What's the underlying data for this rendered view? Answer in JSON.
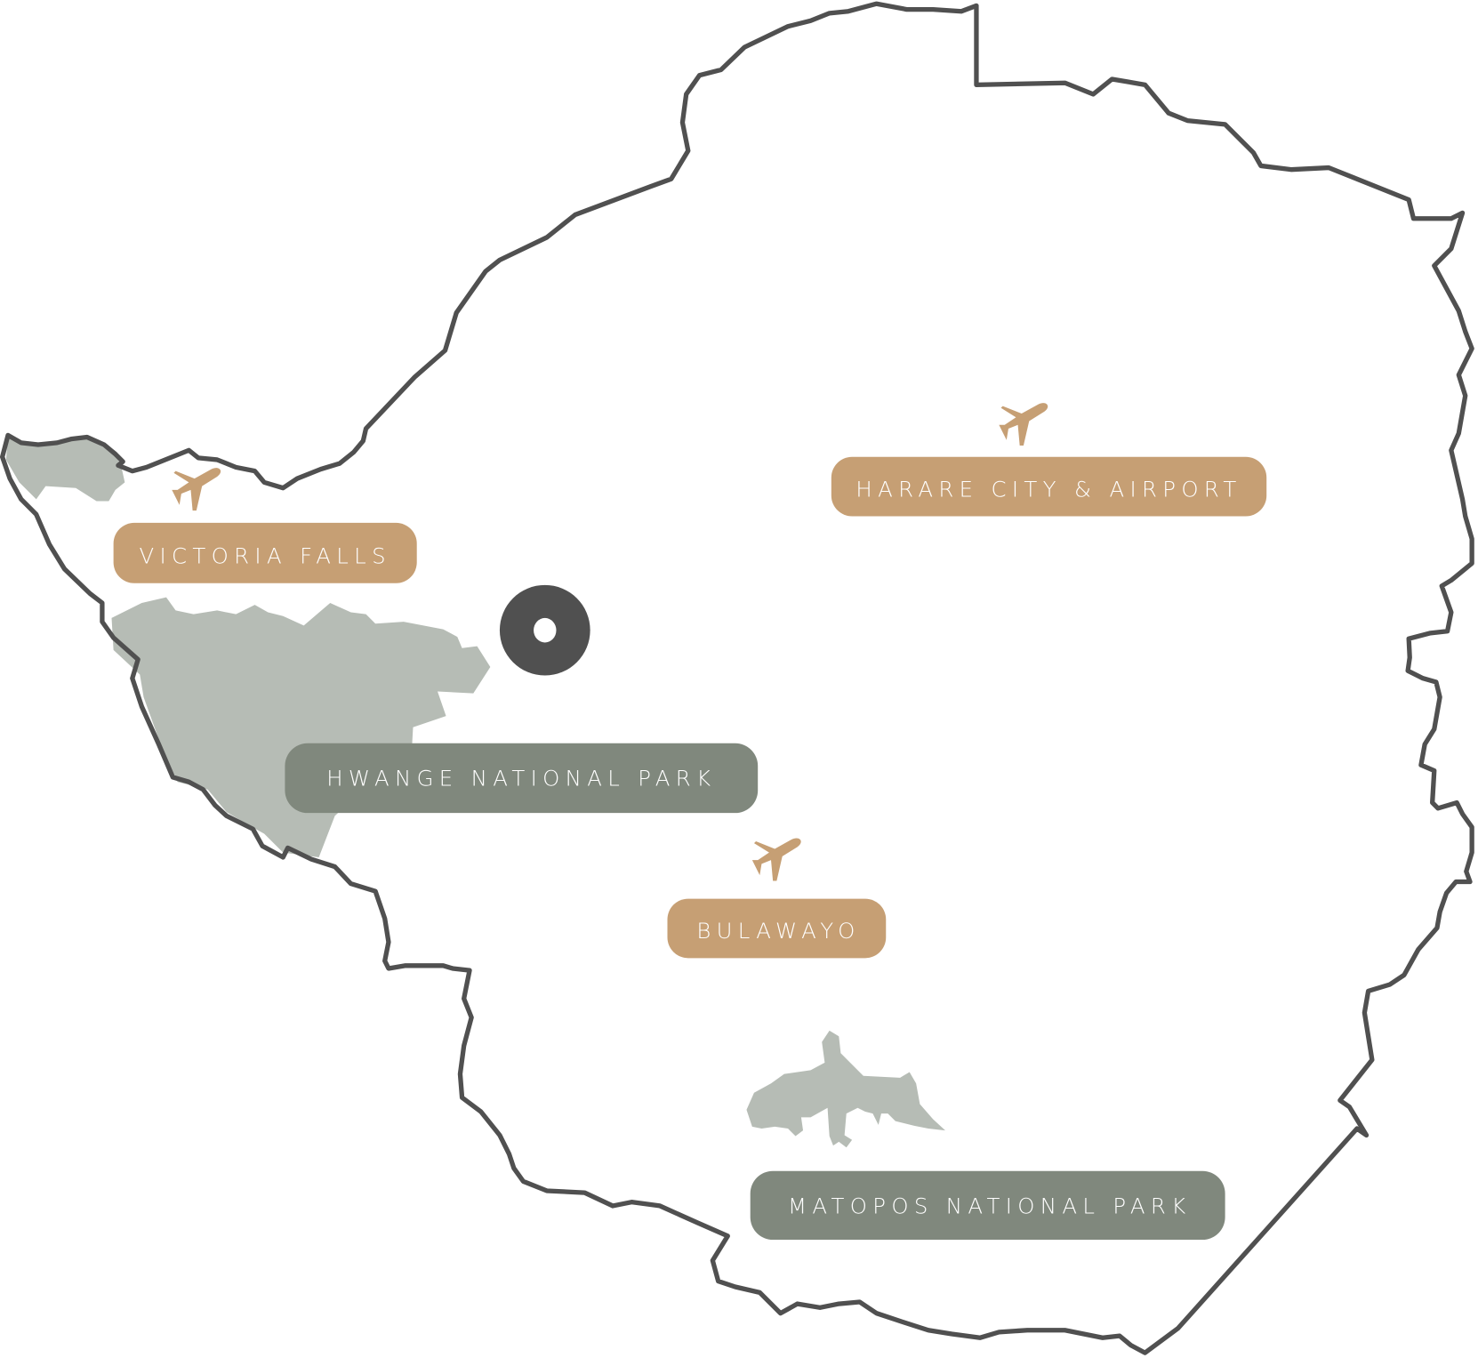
{
  "map": {
    "labels": {
      "victoria_falls": "VICTORIA FALLS",
      "harare": "HARARE CITY & AIRPORT",
      "hwange": "HWANGE NATIONAL PARK",
      "bulawayo": "BULAWAYO",
      "matopos": "MATOPOS NATIONAL PARK"
    },
    "colors": {
      "city_label": "#c69f74",
      "park_label": "#80887d",
      "park_area": "#b6bcb5",
      "border": "#505050"
    },
    "icons": [
      "airplane-icon",
      "location-marker-icon"
    ]
  }
}
